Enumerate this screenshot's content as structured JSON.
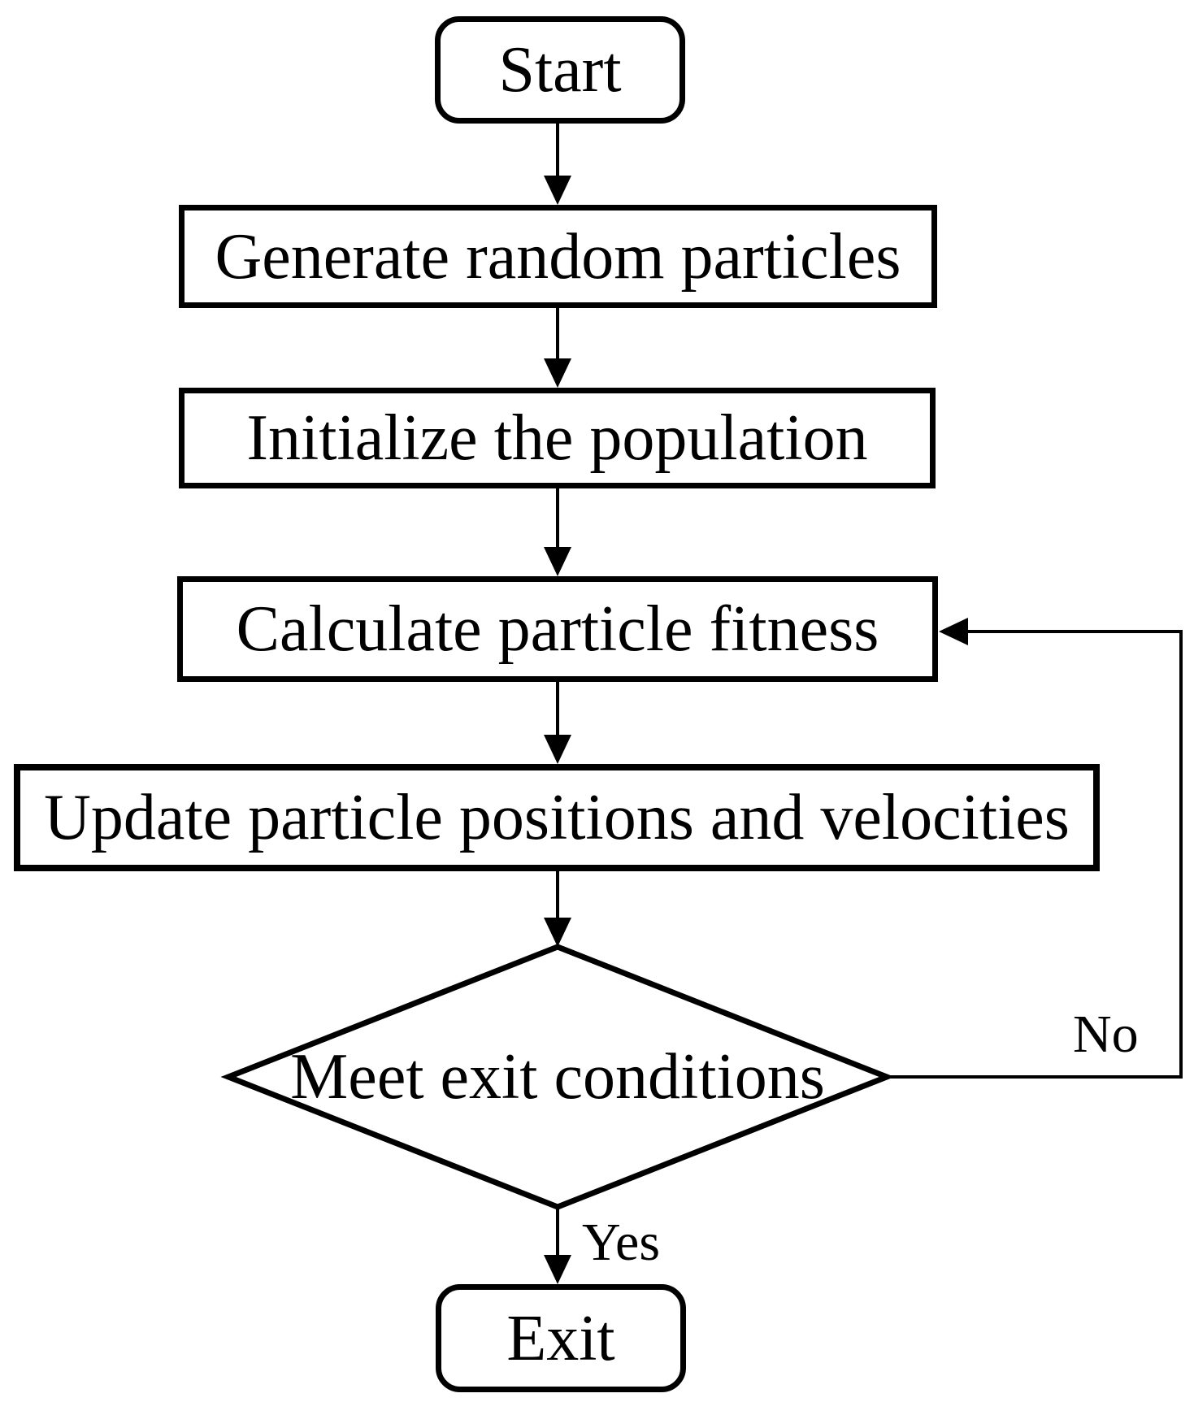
{
  "flowchart": {
    "background_color": "#ffffff",
    "line_color": "#000000",
    "text_color": "#000000",
    "nodes": [
      {
        "id": "start",
        "shape": "terminator",
        "label": "Start"
      },
      {
        "id": "generate-particles",
        "shape": "process",
        "label": "Generate random particles"
      },
      {
        "id": "initialize-population",
        "shape": "process",
        "label": "Initialize the population"
      },
      {
        "id": "calculate-fitness",
        "shape": "process",
        "label": "Calculate particle fitness"
      },
      {
        "id": "update-particles",
        "shape": "process",
        "label": "Update particle positions and velocities"
      },
      {
        "id": "exit-decision",
        "shape": "decision",
        "label": "Meet exit conditions"
      },
      {
        "id": "exit",
        "shape": "terminator",
        "label": "Exit"
      }
    ],
    "edges": [
      {
        "from": "start",
        "to": "generate-particles",
        "label": ""
      },
      {
        "from": "generate-particles",
        "to": "initialize-population",
        "label": ""
      },
      {
        "from": "initialize-population",
        "to": "calculate-fitness",
        "label": ""
      },
      {
        "from": "calculate-fitness",
        "to": "update-particles",
        "label": ""
      },
      {
        "from": "update-particles",
        "to": "exit-decision",
        "label": ""
      },
      {
        "from": "exit-decision",
        "to": "exit",
        "label": "Yes"
      },
      {
        "from": "exit-decision",
        "to": "calculate-fitness",
        "label": "No"
      }
    ]
  }
}
